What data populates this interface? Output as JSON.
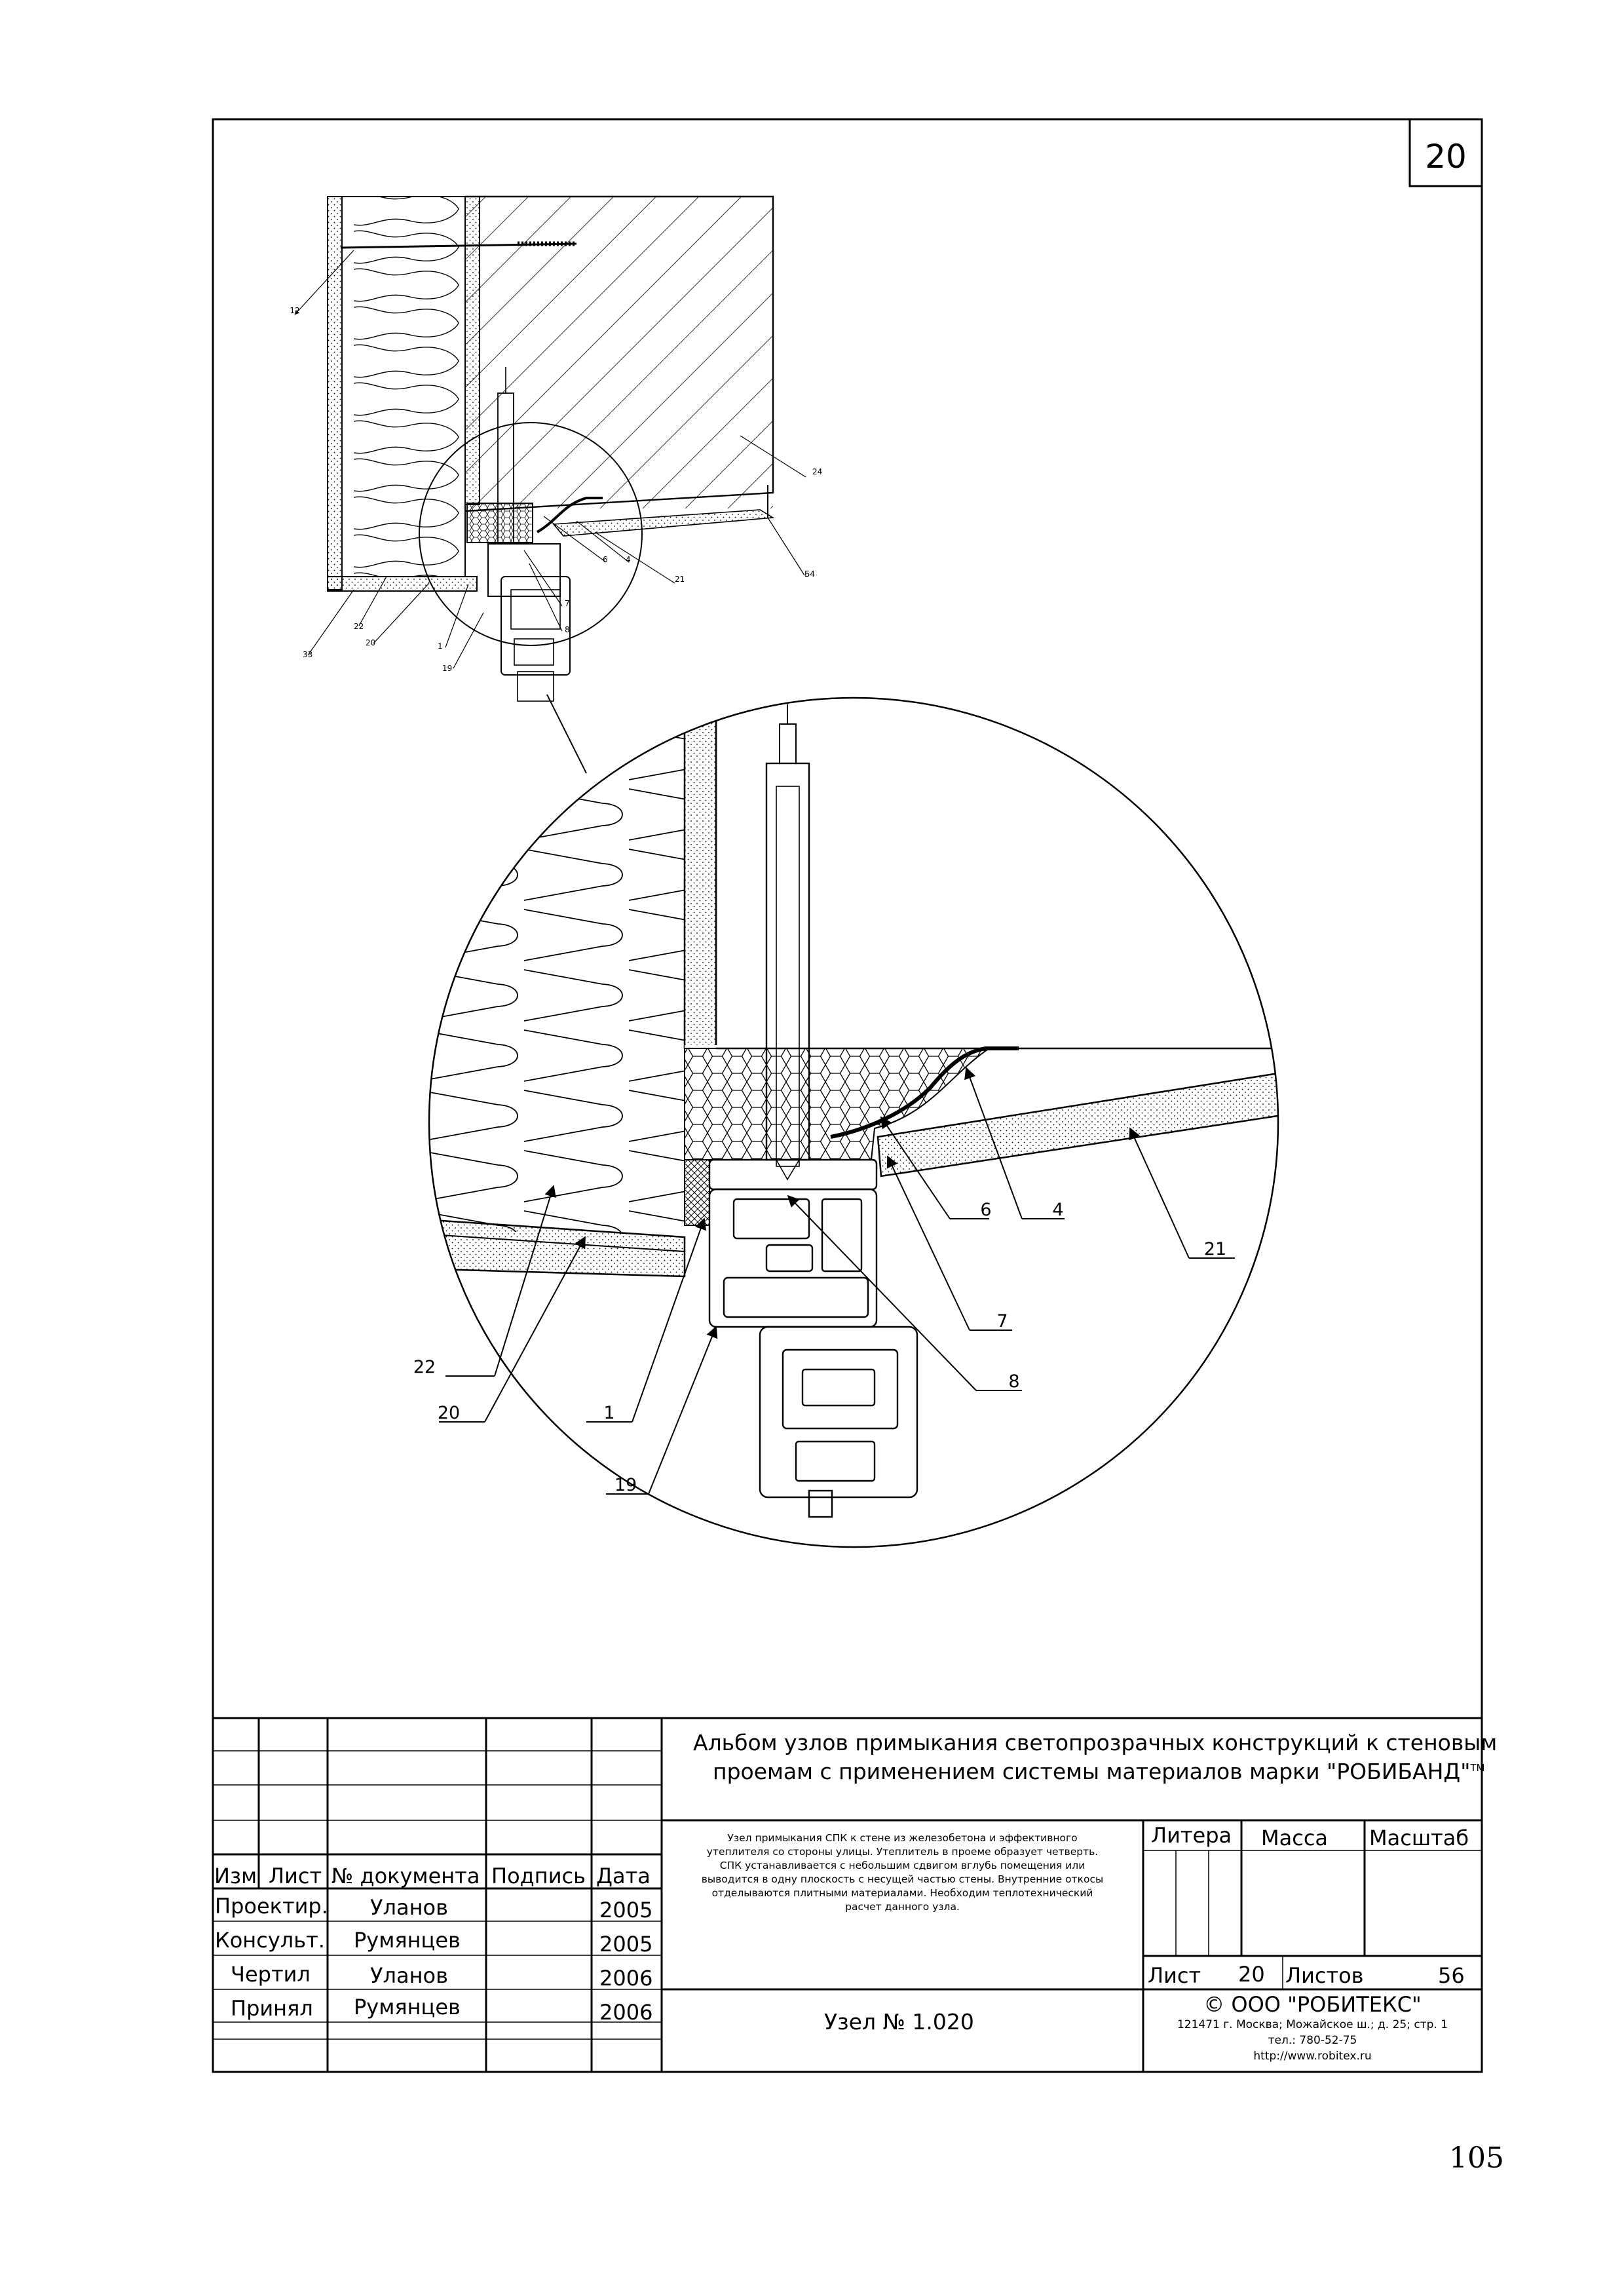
{
  "sheet_badge": "20",
  "page_number": "105",
  "callouts_top": [
    "12",
    "24",
    "6",
    "4",
    "21",
    "Б4",
    "7",
    "8",
    "22",
    "20",
    "1",
    "19",
    "33"
  ],
  "callouts_detail": [
    "22",
    "20",
    "1",
    "19",
    "6",
    "4",
    "21",
    "7",
    "8"
  ],
  "title_block": {
    "album_title_1": "Альбом узлов примыкания светопрозрачных конструкций к стеновым",
    "album_title_2": "проемам с применением системы материалов марки \"РОБИБАНД\"",
    "trademark": "TM",
    "headers": {
      "izm": "Изм",
      "list": "Лист",
      "doc": "№ документа",
      "sign": "Подпись",
      "date": "Дата"
    },
    "rows": [
      {
        "role": "Проектир.",
        "name": "Уланов",
        "year": "2005"
      },
      {
        "role": "Консульт.",
        "name": "Румянцев",
        "year": "2005"
      },
      {
        "role": "Чертил",
        "name": "Уланов",
        "year": "2006"
      },
      {
        "role": "Принял",
        "name": "Румянцев",
        "year": "2006"
      }
    ],
    "description": [
      "Узел примыкания СПК к стене из железобетона и эффективного",
      "утеплителя со стороны улицы. Утеплитель в проеме образует четверть.",
      "СПК устанавливается с небольшим сдвигом вглубь помещения или",
      "выводится в одну плоскость с несущей частью стены. Внутренние откосы",
      "отделываются плитными материалами. Необходим теплотехнический",
      "расчет данного узла."
    ],
    "litera_label": "Литера",
    "massa_label": "Масса",
    "scale_label": "Масштаб",
    "sheet_label": "Лист",
    "sheet_value": "20",
    "sheets_label": "Листов",
    "sheets_value": "56",
    "node_label": "Узел № 1.020",
    "company": "©  ООО \"РОБИТЕКС\"",
    "address": "121471 г. Москва; Можайское ш.; д. 25; стр. 1",
    "phone": "тел.: 780-52-75",
    "website": "http://www.robitex.ru"
  }
}
